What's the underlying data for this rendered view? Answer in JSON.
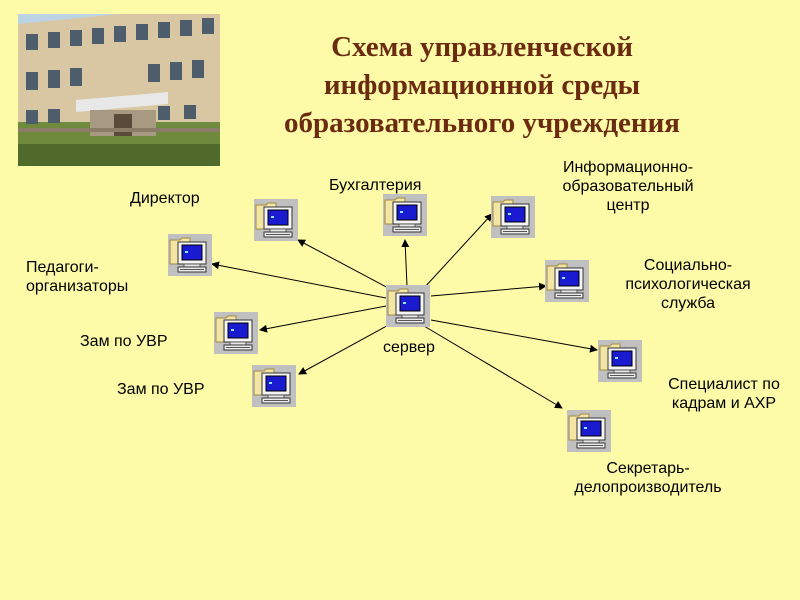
{
  "title": {
    "line1": "Схема управленческой",
    "line2": "информационной среды",
    "line3": "образовательного учреждения"
  },
  "server": {
    "label": "сервер",
    "icon": "computer-icon"
  },
  "nodes": {
    "director": {
      "label": "Директор"
    },
    "accounting": {
      "label": "Бухгалтерия"
    },
    "info_center": {
      "line1": "Информационно-",
      "line2": "образовательный",
      "line3": "центр"
    },
    "teachers": {
      "line1": "Педагоги-",
      "line2": "организаторы"
    },
    "social": {
      "line1": "Социально-",
      "line2": "психологическая",
      "line3": "служба"
    },
    "deputy1": {
      "label": "Зам по УВР"
    },
    "deputy2": {
      "label": "Зам по УВР"
    },
    "hr": {
      "line1": "Специалист по",
      "line2": "кадрам и АХР"
    },
    "secretary": {
      "line1": "Секретарь-",
      "line2": "делопроизводитель"
    }
  },
  "colors": {
    "background": "#fdfaa8",
    "title": "#6b2b10",
    "screen": "#1a1ad0"
  }
}
